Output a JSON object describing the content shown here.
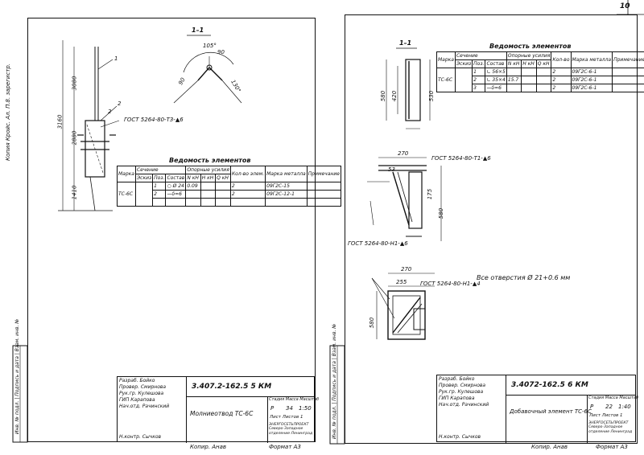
{
  "page_number": "10",
  "left_sheet": {
    "margin_note": "Копия Кройс. Ал. П.8. зарегистр.",
    "section_title": "1–1",
    "gost_note": "ГОСТ 5264-80-Т3-▲6",
    "dims": {
      "overall": "3160",
      "top": "3080",
      "mid": "2880",
      "bottom": "1410"
    },
    "section_dims": [
      "105°",
      "90",
      "130°",
      "90"
    ],
    "callouts": [
      "1",
      "2",
      "2"
    ],
    "table": {
      "title": "Ведомость элементов",
      "group_section": "Сечение",
      "group_loads": "Опорные усилия",
      "col_mark": "Марка",
      "col_sketch": "Эскиз",
      "col_pos": "Поз.",
      "col_comp": "Состав",
      "col_n": "N кН",
      "col_h": "Н кН",
      "col_q": "Q кН",
      "col_count": "Кол-во элем.",
      "col_steel": "Марка металла",
      "col_note": "Примечание",
      "mark": "ТС-6С",
      "rows": [
        {
          "pos": "1",
          "comp": "○ Ø 24",
          "n": "0.09",
          "count": "2",
          "steel": "09Г2С-15"
        },
        {
          "pos": "2",
          "comp": "—δ=6",
          "n": "",
          "count": "2",
          "steel": "09Г2С-12-1"
        }
      ]
    },
    "stamp": {
      "code": "3.407.2-162.5   5 КМ",
      "title": "Молниеотвод ТС-6С",
      "stage_label": "Стадия",
      "mass_label": "Масса",
      "scale_label": "Масштаб",
      "stage": "Р",
      "mass": "34",
      "scale": "1:50",
      "sheet_label": "Лист",
      "sheets_label": "Листов 1",
      "org": "ЭНЕРГОСЕТЬПРОЕКТ Северо-Западное отделение Ленинград",
      "people": [
        {
          "role": "Разраб.",
          "name": "Бойко"
        },
        {
          "role": "Провер.",
          "name": "Смирнова"
        },
        {
          "role": "Рук.гр.",
          "name": "Кулешова"
        },
        {
          "role": "ГИП",
          "name": "Карапова"
        },
        {
          "role": "Нач.отд.",
          "name": "Рачинский"
        }
      ],
      "n_contr": "Н.контр. Сычков"
    },
    "footer_copy": "Копир. Анав",
    "footer_format": "Формат А3"
  },
  "right_sheet": {
    "section_title": "1–1",
    "gost_top": "ГОСТ 5264-80-Т1-▲6",
    "gost_mid": "ГОСТ 5264-80-Н1-▲6",
    "gost_bottom": "ГОСТ 5264-80-Н1-▲4",
    "holes_note": "Все отверстия Ø 21+0.6 мм",
    "dims": [
      "580",
      "420",
      "530",
      "270",
      "53",
      "175",
      "580",
      "270",
      "255",
      "580"
    ],
    "table": {
      "title": "Ведомость элементов",
      "group_section": "Сечение",
      "group_loads": "Опорные усилия",
      "col_mark": "Марка",
      "col_sketch": "Эскиз",
      "col_pos": "Поз.",
      "col_comp": "Состав",
      "col_n": "N кН",
      "col_h": "Н кН",
      "col_q": "Q кН",
      "col_count": "Кол-во",
      "col_steel": "Марка металла",
      "col_note": "Примечание",
      "mark": "ТС-6С",
      "rows": [
        {
          "pos": "1",
          "comp": "∟ 56×5",
          "n": "",
          "count": "2",
          "steel": "09Г2С-6-1"
        },
        {
          "pos": "2",
          "comp": "∟ 35×4",
          "n": "15.7",
          "count": "2",
          "steel": "09Г2С-6-1"
        },
        {
          "pos": "3",
          "comp": "—δ=6",
          "n": "",
          "count": "2",
          "steel": "09Г2С-6-1"
        }
      ]
    },
    "stamp": {
      "code": "3.4072-162.5   6 КМ",
      "title": "Добавочный элемент ТС-6С",
      "stage_label": "Стадия",
      "mass_label": "Масса",
      "scale_label": "Масштаб",
      "stage": "Р",
      "mass": "22",
      "scale": "1:40",
      "sheet_label": "Лист",
      "sheets_label": "Листов 1",
      "org": "ЭНЕРГОСЕТЬПРОЕКТ Северо-Западное отделение Ленинград",
      "people": [
        {
          "role": "Разраб.",
          "name": "Бойко"
        },
        {
          "role": "Провер.",
          "name": "Смирнова"
        },
        {
          "role": "Рук.гр.",
          "name": "Кулешова"
        },
        {
          "role": "ГИП",
          "name": "Карапова"
        },
        {
          "role": "Нач.отд.",
          "name": "Рачинский"
        }
      ],
      "n_contr": "Н.контр. Сычков"
    },
    "footer_copy": "Копир. Анав",
    "footer_format": "Формат А3"
  },
  "side_strip": [
    "Инв. № подл.",
    "Подпись и дата",
    "Взам. инв. №"
  ]
}
